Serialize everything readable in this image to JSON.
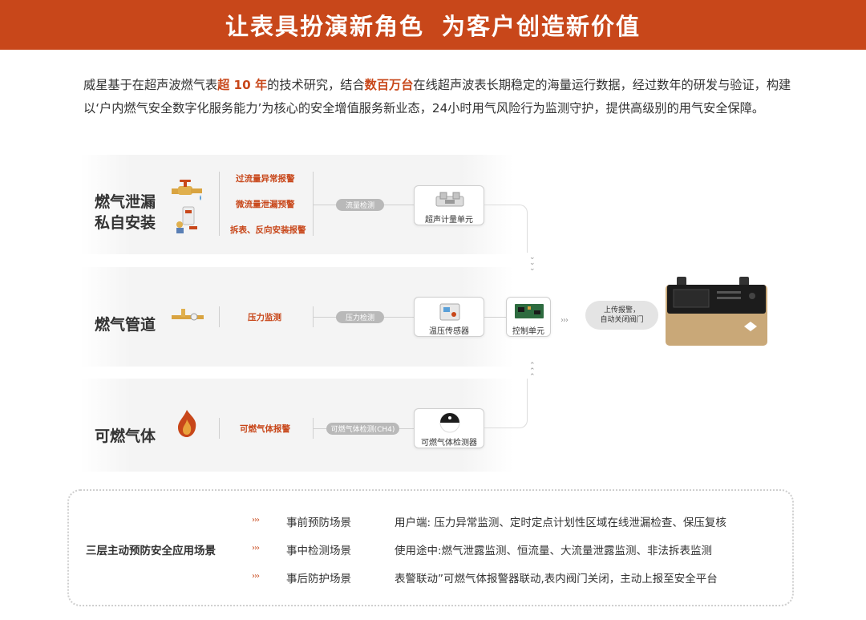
{
  "banner": {
    "part1": "让表具扮演新角色",
    "part2": "为客户创造新价值"
  },
  "intro": {
    "t1": "威星基于在超声波燃气表",
    "h1": "超 10 年",
    "t2": "的技术研究，结合",
    "h2": "数百万台",
    "t3": "在线超声波表长期稳定的海量运行数据，经过数年的研发与验证，构建以‘户内燃气安全数字化服务能力’为核心的安全增值服务新业态，24小时用气风险行为监测守护，提供高级别的用气安全保障。"
  },
  "rows": [
    {
      "category_line1": "燃气泄漏",
      "category_line2": "私自安装",
      "items": [
        "过流量异常报警",
        "微流量泄漏预警",
        "拆表、反向安装报警"
      ],
      "pill": "流量检测",
      "device": "超声计量单元"
    },
    {
      "category_line1": "燃气管道",
      "items": [
        "压力监测"
      ],
      "pill": "压力检测",
      "device": "温压传感器"
    },
    {
      "category_line1": "可燃气体",
      "items": [
        "可燃气体报警"
      ],
      "pill": "可燃气体检测(CH4)",
      "device": "可燃气体检测器"
    }
  ],
  "control": {
    "label": "控制单元"
  },
  "alert": {
    "line1": "上传报警，",
    "line2": "自动关闭阀门"
  },
  "scenarios": {
    "title": "三层主动预防安全应用场景",
    "items": [
      {
        "name": "事前预防场景",
        "desc": "用户端: 压力异常监测、定时定点计划性区域在线泄漏检查、保压复核"
      },
      {
        "name": "事中检测场景",
        "desc": "使用途中:燃气泄露监测、恒流量、大流量泄露监测、非法拆表监测"
      },
      {
        "name": "事后防护场景",
        "desc": "表警联动”可燃气体报警器联动,表内阀门关闭，主动上报至安全平台"
      }
    ]
  },
  "colors": {
    "accent": "#c8471a",
    "meter_body": "#c9a878",
    "meter_face": "#1c1c1c"
  },
  "icons": [
    "faucet-leak-icon",
    "water-heater-icon",
    "pipe-icon",
    "flame-icon",
    "ultrasonic-unit-icon",
    "temp-pressure-sensor-icon",
    "gas-detector-icon",
    "control-board-icon",
    "chevron-arrows-icon",
    "smart-gas-meter"
  ]
}
